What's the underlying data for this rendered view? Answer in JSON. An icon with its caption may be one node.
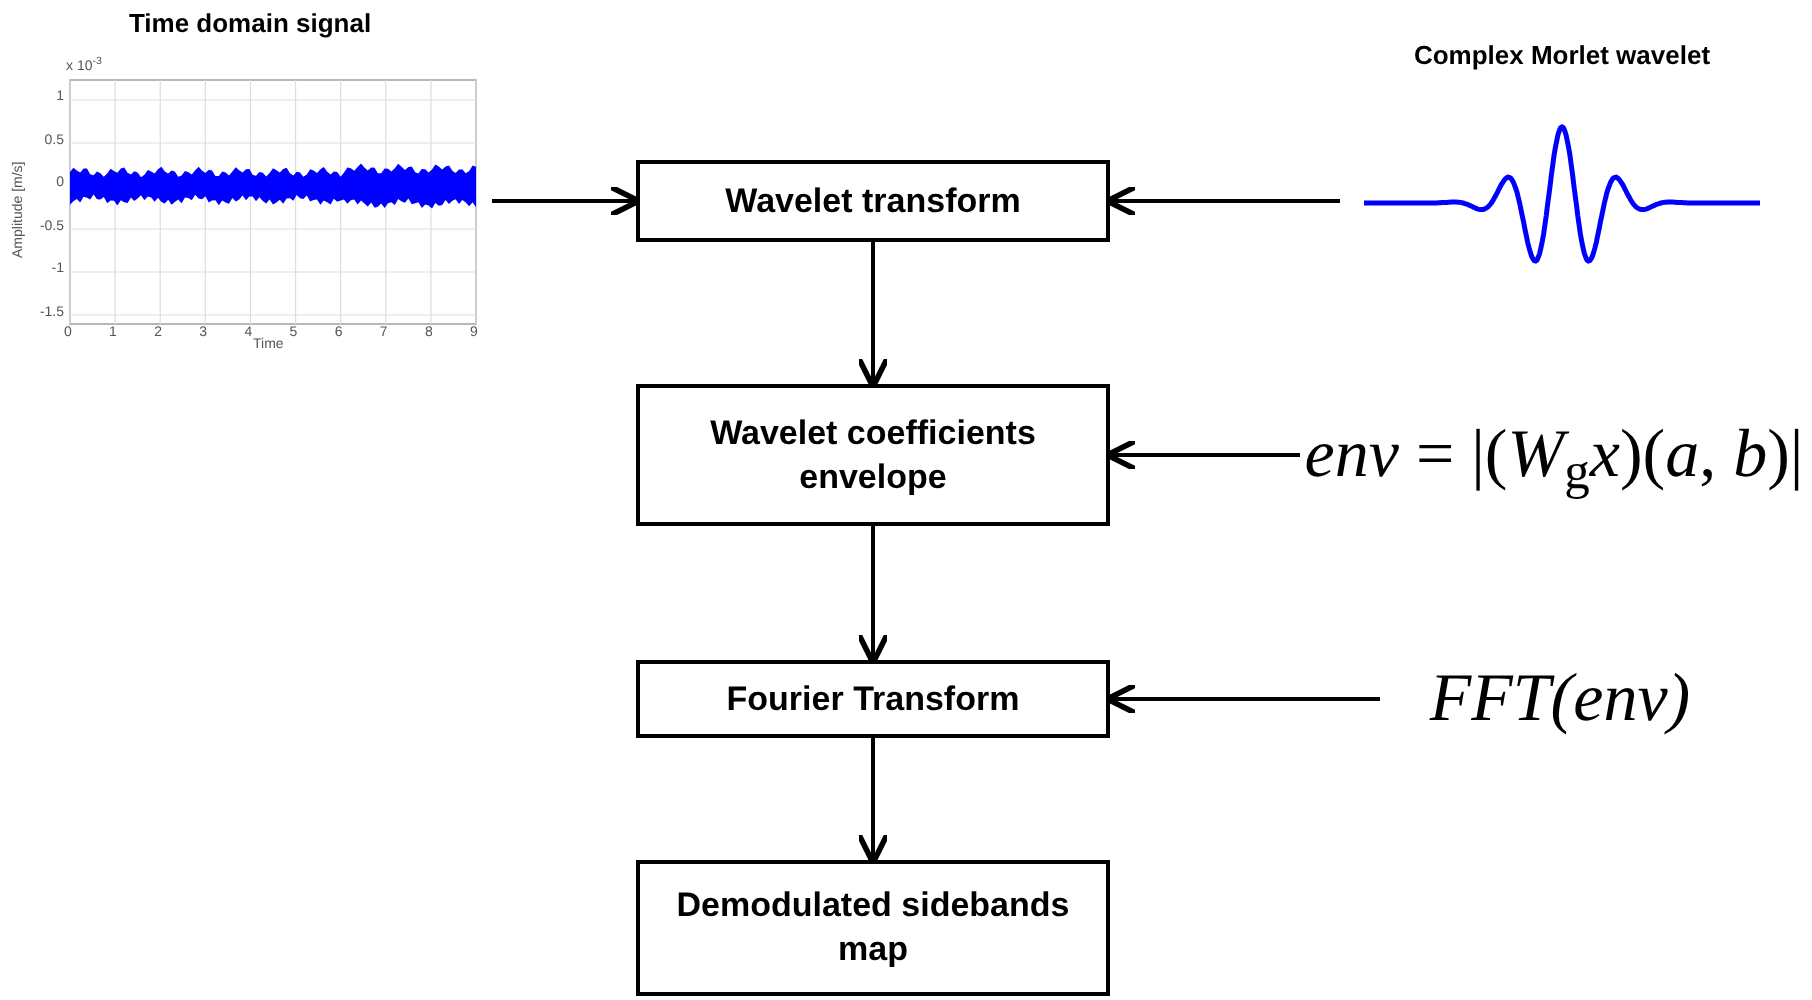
{
  "diagram": {
    "nodes": [
      {
        "text": [
          "Time domain signal"
        ]
      },
      {
        "text": [
          "Wavelet transform"
        ]
      },
      {
        "text": [
          "Complex Morlet wavelet"
        ]
      },
      {
        "text": [
          "Wavelet coefficients envelope"
        ]
      },
      {
        "text": [
          "*env* = |(*W*$_{g}$*x*)(*a*, *b*)|"
        ]
      },
      {
        "text": [
          "Fourier Transform"
        ]
      },
      {
        "text": [
          "FFT(env)"
        ]
      },
      {
        "text": [
          "Demodulated sidebands map"
        ]
      }
    ],
    "edges": [
      {
        "from": 0,
        "to": 1,
        "arrow": "to"
      },
      {
        "from": 2,
        "to": 1,
        "arrow": "to"
      },
      {
        "from": 1,
        "to": 3,
        "arrow": "to"
      },
      {
        "from": 4,
        "to": 3,
        "arrow": "to"
      },
      {
        "from": 3,
        "to": 5,
        "arrow": "to"
      },
      {
        "from": 6,
        "to": 5,
        "arrow": "to"
      },
      {
        "from": 5,
        "to": 7,
        "arrow": "to"
      }
    ],
    "labels": [
      "x 10$^{-3}$",
      "1",
      "0.5",
      "0",
      "-0.5",
      "-1",
      "-1.5",
      "0",
      "1",
      "2",
      "3",
      "4",
      "5",
      "6",
      "7",
      "8",
      "9",
      "Time",
      "Amplitude [m/s]"
    ]
  }
}
